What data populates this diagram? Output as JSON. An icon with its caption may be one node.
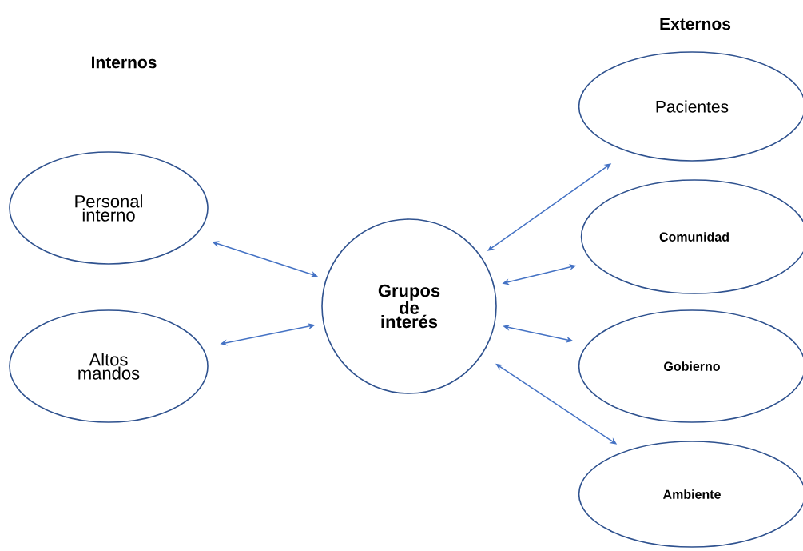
{
  "diagram": {
    "nodes": [
      {
        "text": [
          "Grupos de interés"
        ]
      },
      {
        "text": [
          "Personal interno"
        ]
      },
      {
        "text": [
          "Altos mandos"
        ]
      },
      {
        "text": [
          "Pacientes"
        ]
      },
      {
        "text": [
          "Comunidad"
        ]
      },
      {
        "text": [
          "Gobierno"
        ]
      },
      {
        "text": [
          "Ambiente"
        ]
      }
    ],
    "edges": [
      {
        "from": 1,
        "to": 0,
        "arrow": "both"
      },
      {
        "from": 2,
        "to": 0,
        "arrow": "both"
      },
      {
        "from": 0,
        "to": 3,
        "arrow": "both"
      },
      {
        "from": 0,
        "to": 4,
        "arrow": "both"
      },
      {
        "from": 0,
        "to": 5,
        "arrow": "both"
      },
      {
        "from": 0,
        "to": 6,
        "arrow": "both"
      }
    ],
    "labels": [
      "Internos",
      "Externos"
    ]
  }
}
